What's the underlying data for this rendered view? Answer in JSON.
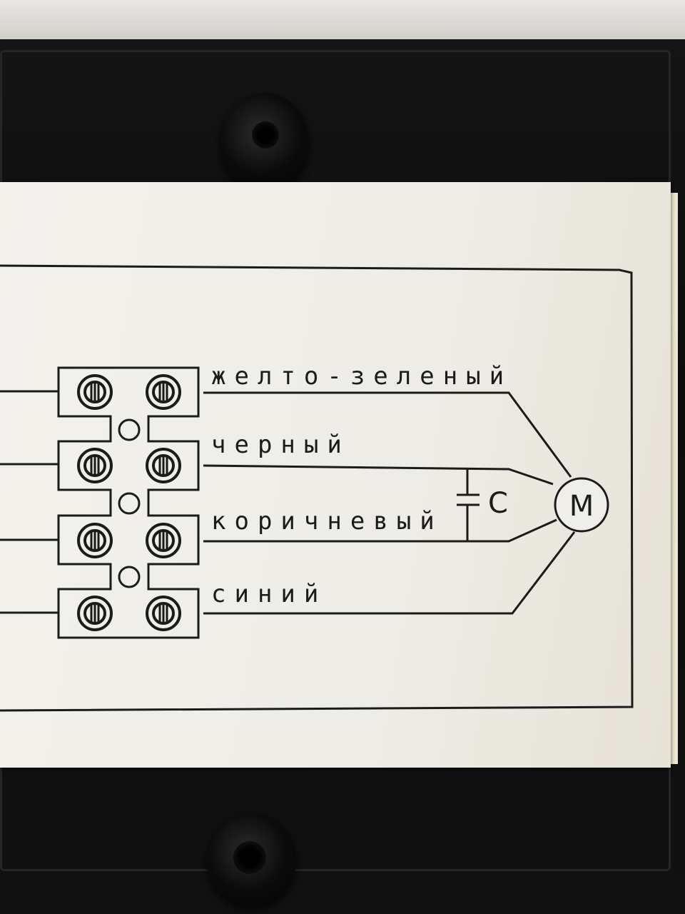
{
  "wires": [
    {
      "label": "желто-зеленый"
    },
    {
      "label": "черный"
    },
    {
      "label": "коричневый"
    },
    {
      "label": "синий"
    }
  ],
  "capacitor": {
    "label": "C"
  },
  "motor": {
    "label": "M"
  },
  "colors": {
    "paper": "#f0eee9",
    "ink": "#1b1b1b",
    "housing": "#111111"
  }
}
